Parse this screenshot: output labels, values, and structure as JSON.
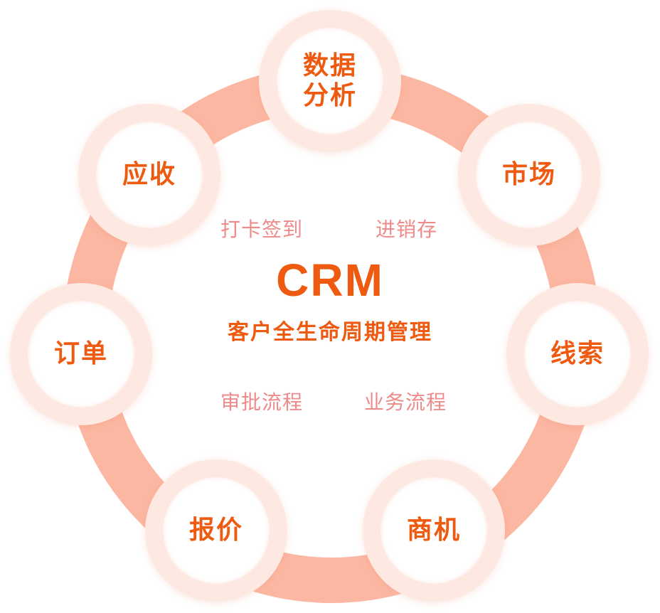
{
  "diagram": {
    "title": "CRM",
    "subtitle": "客户全生命周期管理",
    "nodes": [
      {
        "key": "data",
        "label": "数据\n分析"
      },
      {
        "key": "market",
        "label": "市场"
      },
      {
        "key": "leads",
        "label": "线索"
      },
      {
        "key": "opportunity",
        "label": "商机"
      },
      {
        "key": "quote",
        "label": "报价"
      },
      {
        "key": "order",
        "label": "订单"
      },
      {
        "key": "receivable",
        "label": "应收"
      }
    ],
    "features": [
      {
        "key": "checkin",
        "label": "打卡签到"
      },
      {
        "key": "inventory",
        "label": "进销存"
      },
      {
        "key": "approval",
        "label": "审批流程"
      },
      {
        "key": "business",
        "label": "业务流程"
      }
    ],
    "colors": {
      "ring": "#fcb7a2",
      "node_outer": "#fde9e2",
      "node_inner": "#ffffff",
      "accent": "#ee5a0f",
      "feature_text": "#ef8a8a"
    }
  }
}
